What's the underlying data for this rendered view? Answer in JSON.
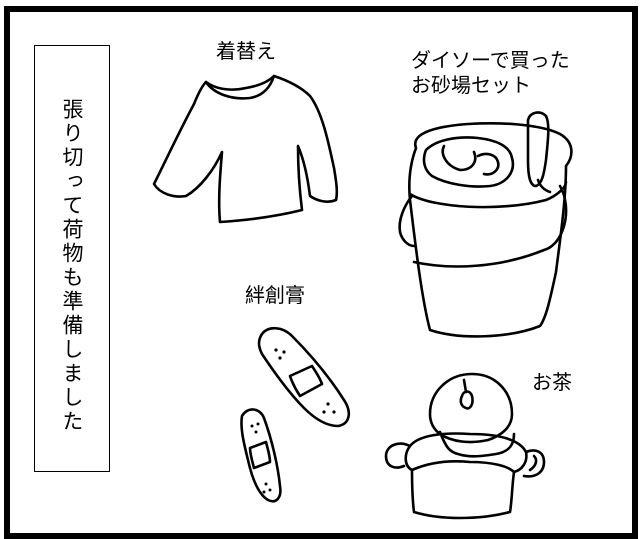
{
  "caption": "張り切って荷物も準備しました",
  "labels": {
    "clothes": "着替え",
    "sand_set_line1": "ダイソーで買った",
    "sand_set_line2": "お砂場セット",
    "bandage": "絆創膏",
    "tea": "お茶"
  },
  "icons": [
    "shirt-icon",
    "sand-bucket-icon",
    "bandage-icon",
    "tea-bottle-icon"
  ]
}
